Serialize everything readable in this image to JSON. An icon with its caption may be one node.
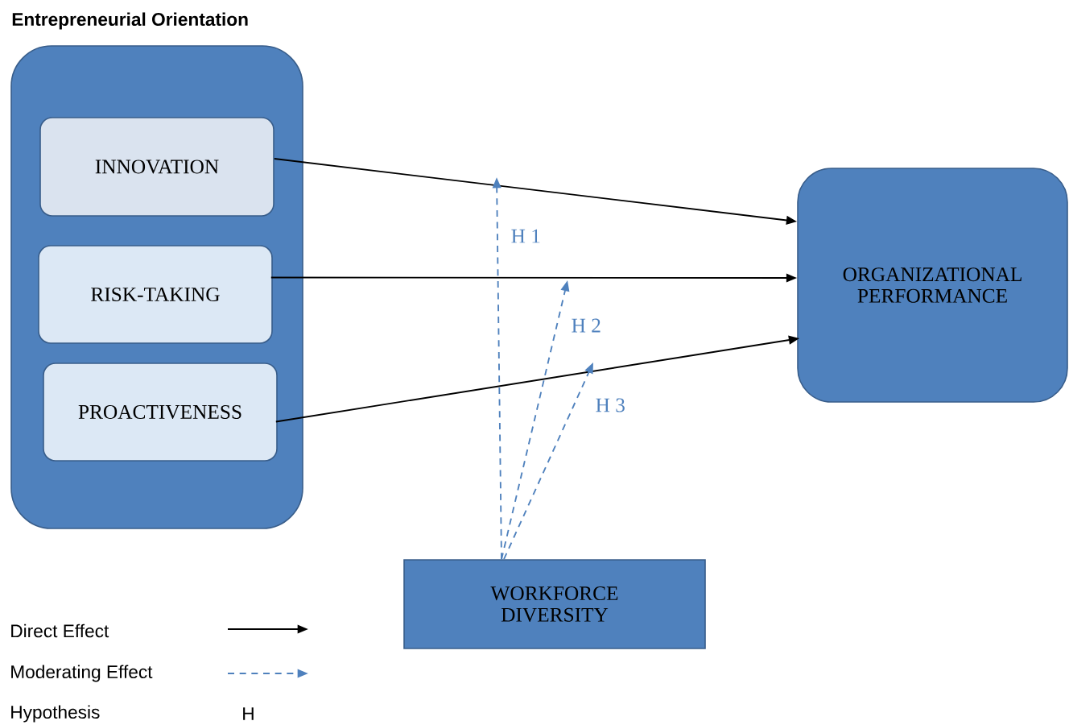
{
  "diagram": {
    "nodes": [
      {
        "text": [
          "Entrepreneurial Orientation"
        ]
      },
      {
        "text": [
          "INNOVATION"
        ],
        "in": 0
      },
      {
        "text": [
          "RISK-TAKING"
        ],
        "in": 0
      },
      {
        "text": [
          "PROACTIVENESS"
        ],
        "in": 0
      },
      {
        "text": [
          "ORGANIZATIONAL PERFORMANCE"
        ]
      },
      {
        "text": [
          "WORKFORCE DIVERSITY"
        ]
      }
    ],
    "edges": [
      {
        "from": 1,
        "to": 4,
        "arrow": "to"
      },
      {
        "from": 2,
        "to": 4,
        "arrow": "to"
      },
      {
        "from": 3,
        "to": 4,
        "arrow": "to"
      },
      {
        "from": 5,
        "to": null,
        "arrow": "to",
        "style": "dashed",
        "color": "#4f81bd",
        "label": "H 1"
      },
      {
        "from": 5,
        "to": null,
        "arrow": "to",
        "style": "dashed",
        "color": "#4f81bd",
        "label": "H 2"
      },
      {
        "from": 5,
        "to": null,
        "arrow": "to",
        "style": "dashed",
        "color": "#4f81bd",
        "label": "H 3"
      }
    ],
    "labels": [
      "H"
    ],
    "legend": [
      {
        "text": "Direct Effect"
      },
      {
        "text": "Moderating Effect"
      },
      {
        "text": "Hypothesis"
      }
    ]
  }
}
